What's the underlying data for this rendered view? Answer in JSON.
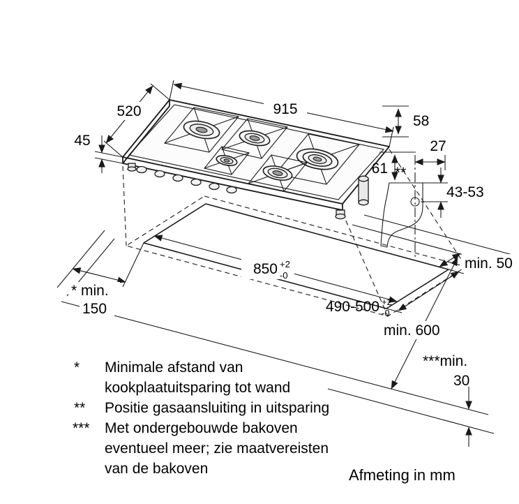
{
  "drawing": {
    "units_note": "Afmeting in mm",
    "dims": {
      "hob_depth": "520",
      "hob_width": "915",
      "hob_height_right": "58",
      "hob_edge_height": "45",
      "gas_offset_h": "27",
      "gas_offset_v": "61",
      "gas_depth_range": "43-53",
      "gas_position_marker": "**",
      "cutout_width": "850",
      "cutout_width_tol_plus": "+2",
      "cutout_width_tol_minus": "-0",
      "cutout_depth": "490-500",
      "cutout_depth_tol_plus": "+2",
      "cutout_depth_tol_minus": "-0",
      "min_wall_back": "min. 50",
      "min_side_line1": "* min.",
      "min_side_line2": "150",
      "min_counter_depth": "min. 600",
      "min_below_line1": "***min.",
      "min_below_line2": "30"
    },
    "footnotes": [
      {
        "marker": "*",
        "line1": "Minimale afstand van",
        "line2": "kookplaatuitsparing tot wand"
      },
      {
        "marker": "**",
        "line1": "Positie gasaansluiting in uitsparing"
      },
      {
        "marker": "***",
        "line1": "Met ondergebouwde bakoven",
        "line2": "eventueel meer; zie maatvereisten",
        "line3": "van de bakoven"
      }
    ]
  }
}
